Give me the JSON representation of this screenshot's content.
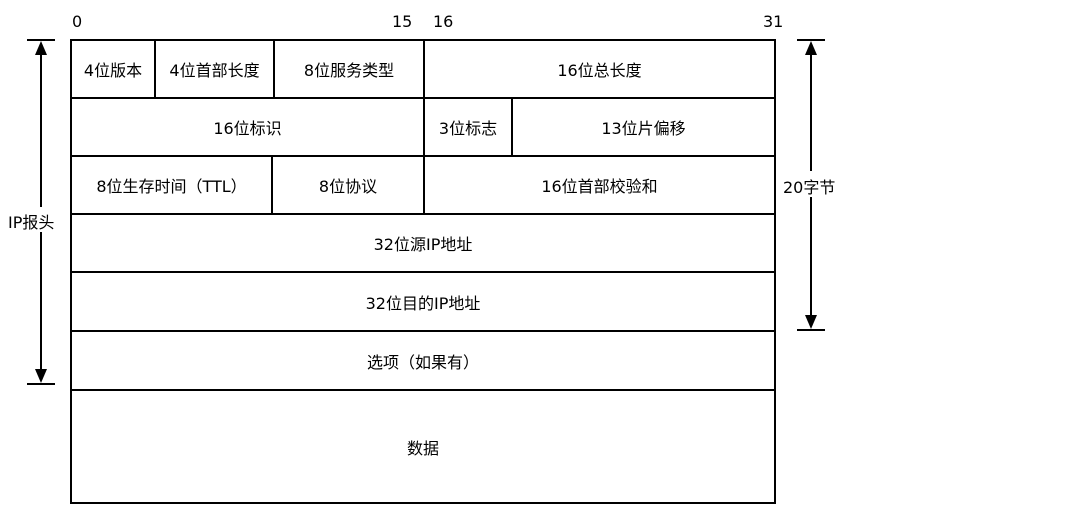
{
  "bit_labels": {
    "b0": "0",
    "b15": "15",
    "b16": "16",
    "b31": "31"
  },
  "rows": {
    "row1": {
      "version": "4位版本",
      "header_length": "4位首部长度",
      "service_type": "8位服务类型",
      "total_length": "16位总长度"
    },
    "row2": {
      "identification": "16位标识",
      "flags": "3位标志",
      "fragment_offset": "13位片偏移"
    },
    "row3": {
      "ttl": "8位生存时间（TTL）",
      "protocol": "8位协议",
      "checksum": "16位首部校验和"
    },
    "row4": {
      "source_ip": "32位源IP地址"
    },
    "row5": {
      "dest_ip": "32位目的IP地址"
    },
    "row6": {
      "options": "选项（如果有）"
    },
    "row7": {
      "data": "数据"
    }
  },
  "side": {
    "left": "IP报头",
    "right": "20字节"
  }
}
